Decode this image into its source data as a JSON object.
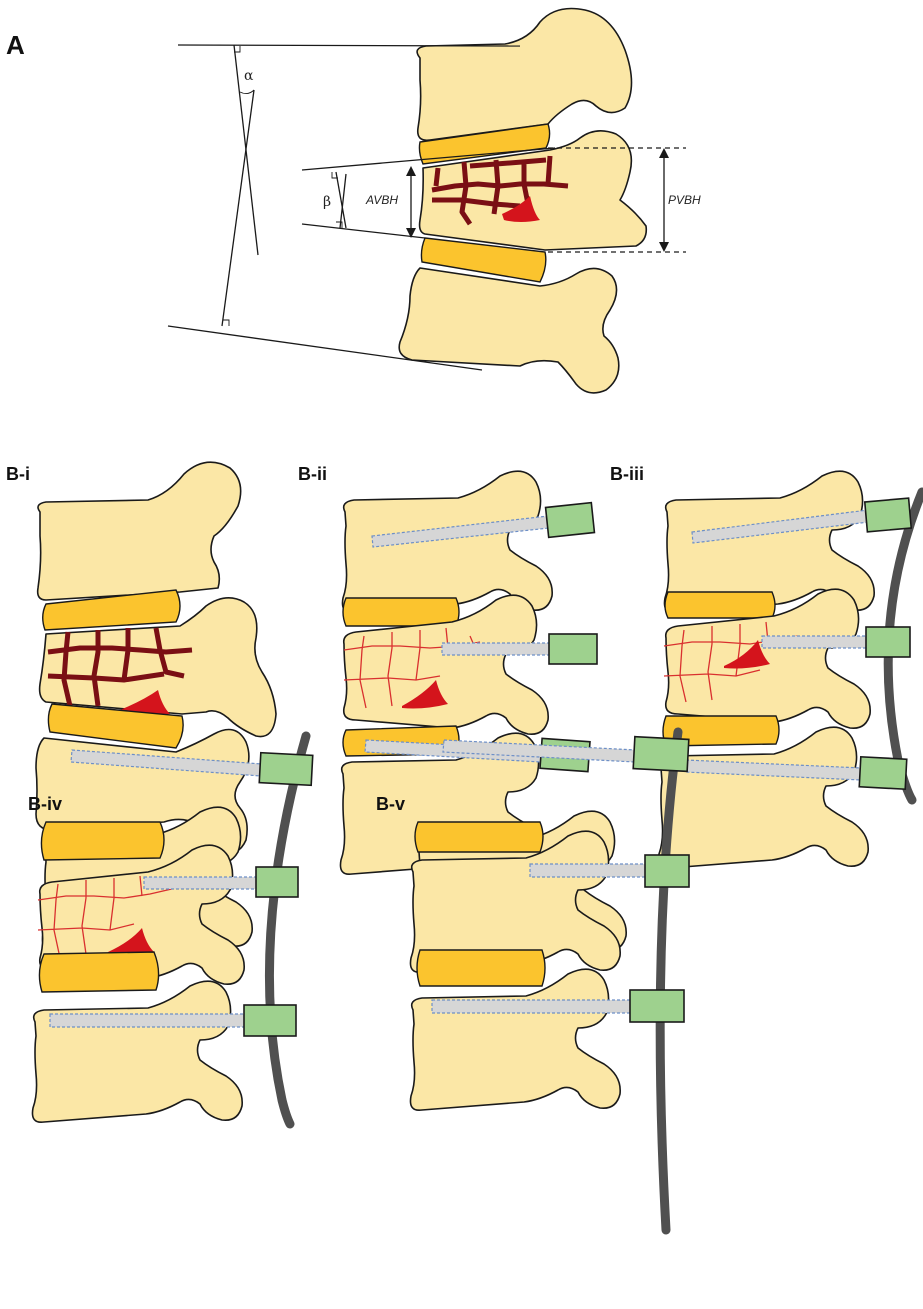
{
  "panels": {
    "a": {
      "label": "A"
    },
    "b1": {
      "label": "B-i"
    },
    "b2": {
      "label": "B-ii"
    },
    "b3": {
      "label": "B-iii"
    },
    "b4": {
      "label": "B-iv"
    },
    "b5": {
      "label": "B-v"
    }
  },
  "measurements": {
    "alpha": "α",
    "beta": "β",
    "avbh": "AVBH",
    "pvbh": "PVBH"
  },
  "colors": {
    "bone": "#fbe7a6",
    "disc": "#fbc42e",
    "fracture": "#d4232b",
    "screw_head": "#9ed18e",
    "rod": "#505050"
  }
}
